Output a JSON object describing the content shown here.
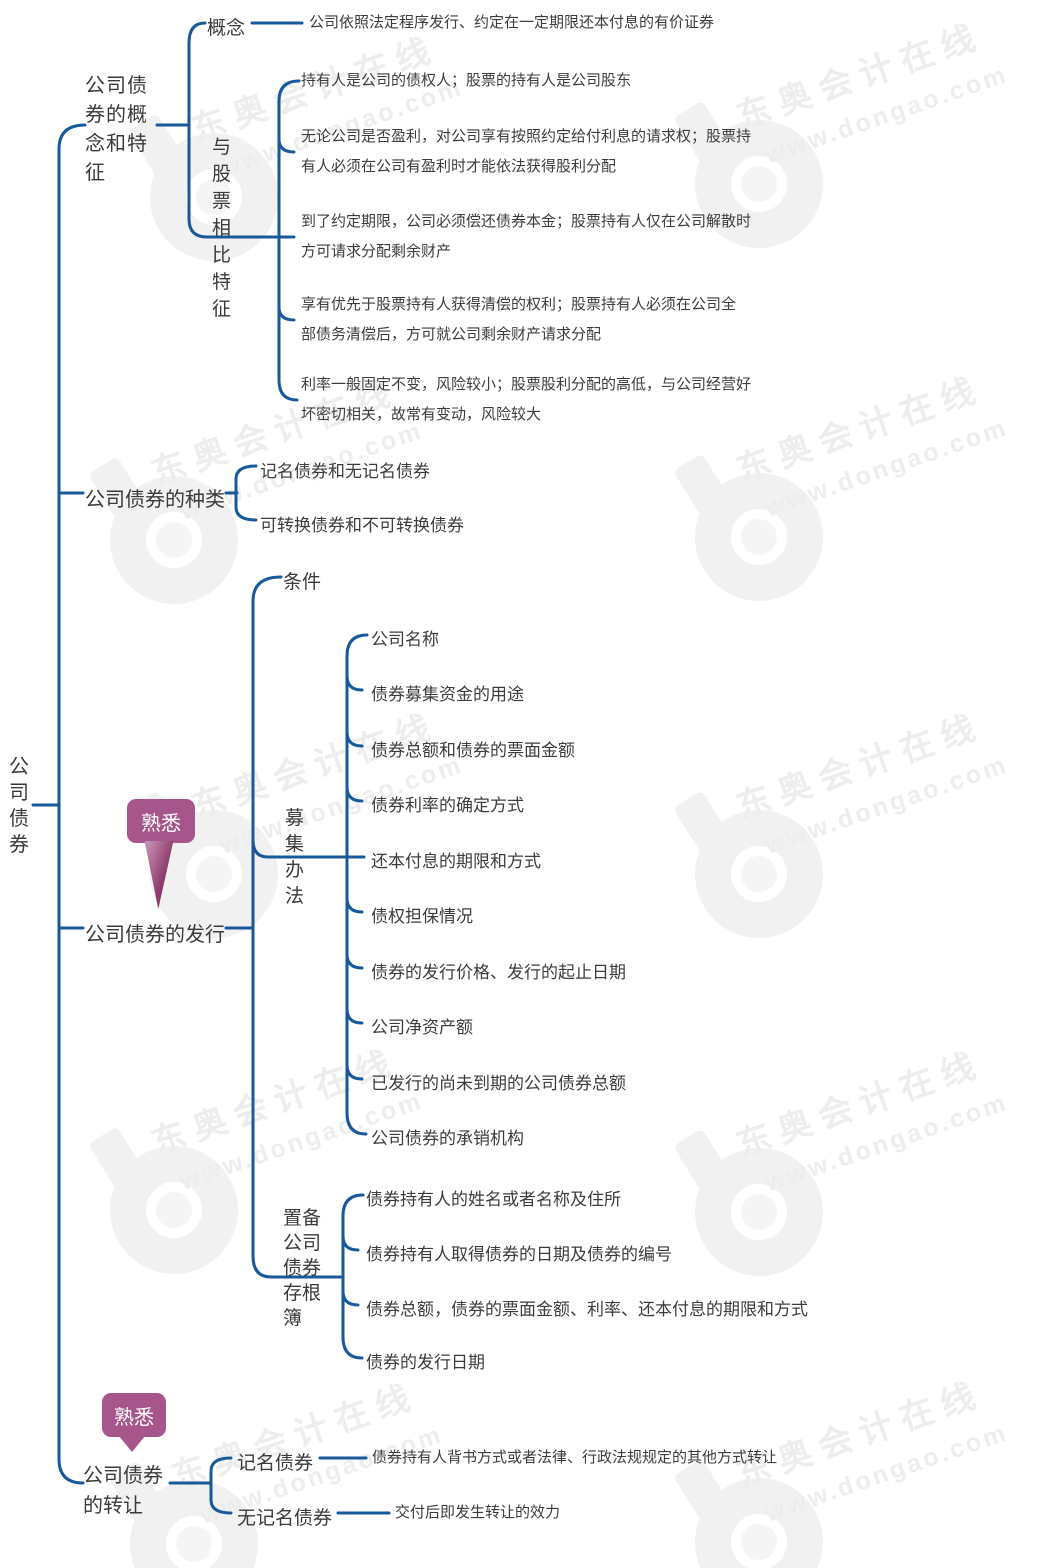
{
  "title": "公司债券思维导图",
  "colors": {
    "line": "#17599a",
    "text": "#3c3c3c",
    "badge": "#a6568b",
    "badge_dark": "#8e3b6b",
    "watermark": "#ededed"
  },
  "watermark": {
    "brand": "东奥会计在线",
    "url": "www.dongao.com"
  },
  "root": {
    "label": "公司债券"
  },
  "b1": {
    "label": "公司债券的概念和特征",
    "concept": {
      "label": "概念",
      "def": "公司依照法定程序发行、约定在一定期限还本付息的有价证券"
    },
    "vs": {
      "label": "与股票相比特征",
      "items": [
        "持有人是公司的债权人；股票的持有人是公司股东",
        "无论公司是否盈利，对公司享有按照约定给付利息的请求权；股票持有人必须在公司有盈利时才能依法获得股利分配",
        "到了约定期限，公司必须偿还债券本金；股票持有人仅在公司解散时方可请求分配剩余财产",
        "享有优先于股票持有人获得清偿的权利；股票持有人必须在公司全部债务清偿后，方可就公司剩余财产请求分配",
        "利率一般固定不变，风险较小；股票股利分配的高低，与公司经营好坏密切相关，故常有变动，风险较大"
      ]
    }
  },
  "b2": {
    "label": "公司债券的种类",
    "items": [
      "记名债券和无记名债券",
      "可转换债券和不可转换债券"
    ]
  },
  "b3": {
    "label": "公司债券的发行",
    "badge": "熟悉",
    "condition": "条件",
    "prospectus": {
      "label": "募集办法",
      "items": [
        "公司名称",
        "债券募集资金的用途",
        "债券总额和债券的票面金额",
        "债券利率的确定方式",
        "还本付息的期限和方式",
        "债权担保情况",
        "债券的发行价格、发行的起止日期",
        "公司净资产额",
        "已发行的尚未到期的公司债券总额",
        "公司债券的承销机构"
      ]
    },
    "stub": {
      "label": "置备公司债券存根簿",
      "items": [
        "债券持有人的姓名或者名称及住所",
        "债券持有人取得债券的日期及债券的编号",
        "债券总额，债券的票面金额、利率、还本付息的期限和方式",
        "债券的发行日期"
      ]
    }
  },
  "b4": {
    "label": "公司债券的转让",
    "badge": "熟悉",
    "registered": {
      "label": "记名债券",
      "desc": "债券持有人背书方式或者法律、行政法规规定的其他方式转让"
    },
    "bearer": {
      "label": "无记名债券",
      "desc": "交付后即发生转让的效力"
    }
  }
}
